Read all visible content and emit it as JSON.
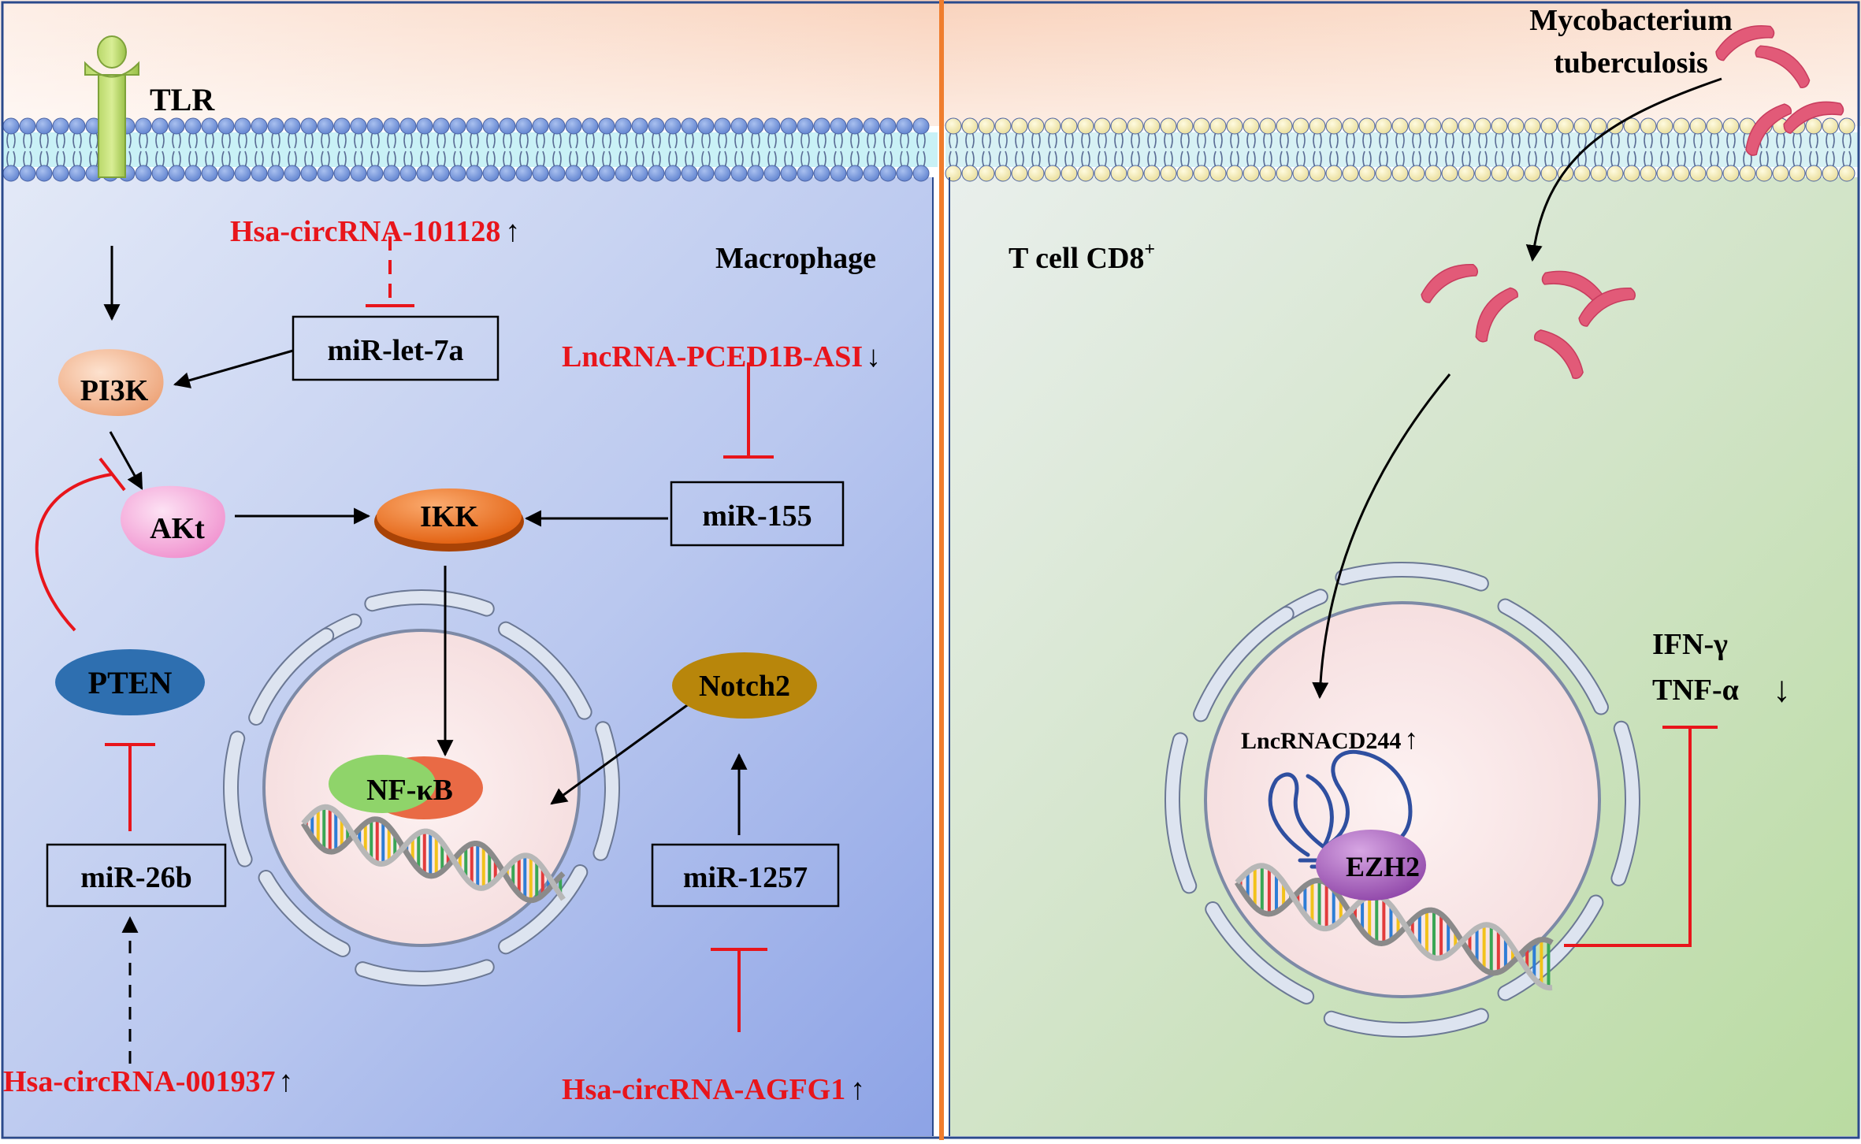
{
  "labels": {
    "tlr": "TLR",
    "macrophage": "Macrophage",
    "tcell": "T cell  CD8",
    "tcell_sup": "+",
    "mtb_line1": "Mycobacterium",
    "mtb_line2": "tuberculosis"
  },
  "nodes": {
    "pi3k": "PI3K",
    "akt": "AKt",
    "ikk": "IKK",
    "pten": "PTEN",
    "notch2": "Notch2",
    "nfkb": "NF-κB",
    "ezh2": "EZH2"
  },
  "boxes": {
    "mir_let7a": "miR-let-7a",
    "mir_155": "miR-155",
    "mir_26b": "miR-26b",
    "mir_1257": "miR-1257"
  },
  "regulators": {
    "circ101128": "Hsa-circRNA-101128",
    "pced1b": "LncRNA-PCED1B-ASI",
    "circ001937": "Hsa-circRNA-001937",
    "circagfg1": "Hsa-circRNA-AGFG1",
    "lnccd244": "LncRNACD244"
  },
  "cytokines": {
    "ifn": "IFN-γ",
    "tnf": "TNF-α"
  },
  "arrows": {
    "up": "↑",
    "down": "↓"
  },
  "colors": {
    "regulator_red": "#e8151b",
    "inhibit_red": "#e8151b",
    "pi3k": "#f2b48a",
    "akt": "#f5a8d8",
    "ikk": "#f06a10",
    "pten": "#2e6fb0",
    "notch2": "#b8860b",
    "nfkb_green": "#8fd46a",
    "nfkb_orange": "#e96a45",
    "ezh2": "#9b4faf",
    "bacteria": "#e25a78"
  }
}
